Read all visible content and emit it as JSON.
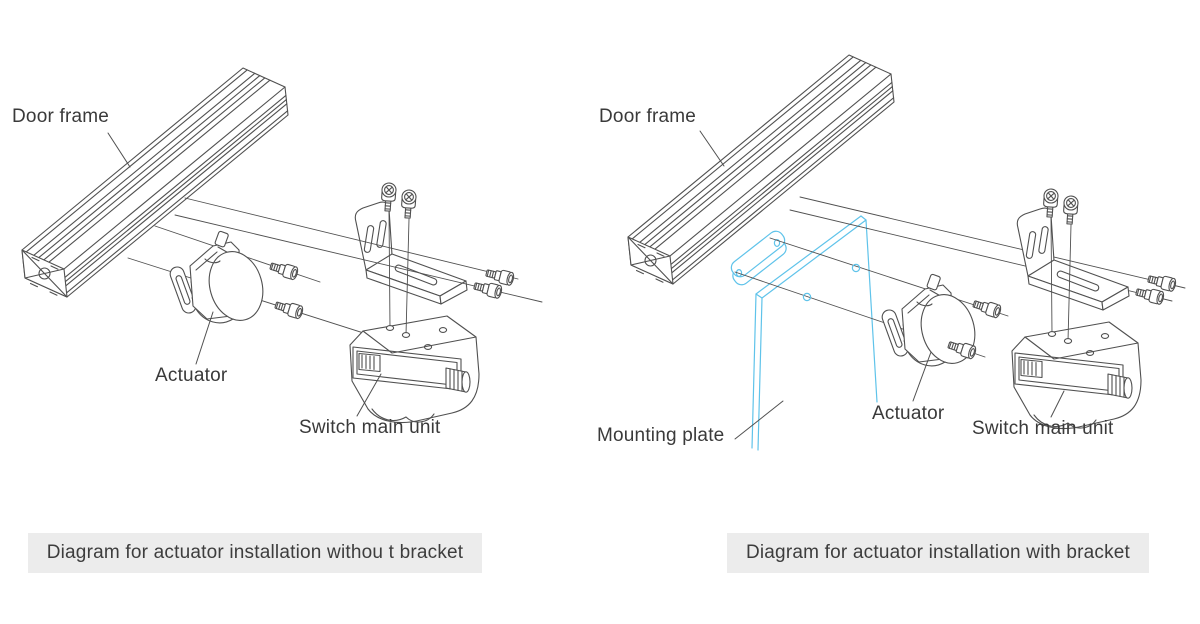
{
  "page": {
    "background": "#ffffff"
  },
  "style": {
    "line_color": "#505050",
    "accent_blue": "#5fc3ea",
    "text_color": "#3a3a3a",
    "caption_background": "#ececec"
  },
  "diagrams": {
    "left": {
      "labels": {
        "door_frame": "Door frame",
        "actuator": "Actuator",
        "switch_main_unit": "Switch main unit"
      },
      "caption": "Diagram for actuator installation withou t bracket"
    },
    "right": {
      "labels": {
        "door_frame": "Door frame",
        "mounting_plate": "Mounting plate",
        "actuator": "Actuator",
        "switch_main_unit": "Switch main unit"
      },
      "caption": "Diagram for actuator installation with bracket"
    }
  }
}
